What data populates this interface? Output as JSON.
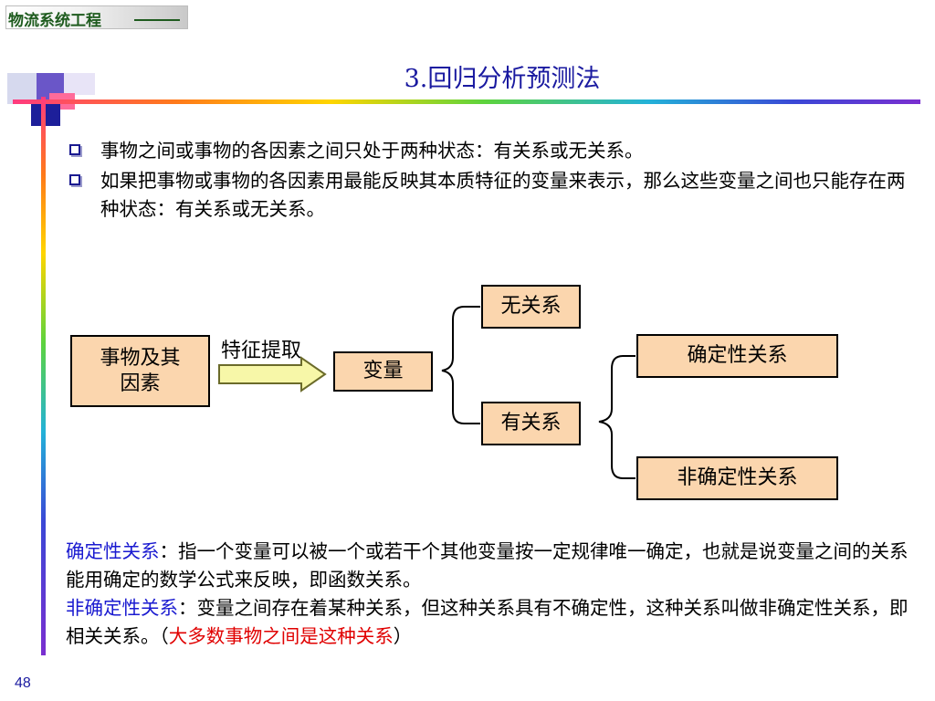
{
  "header": {
    "brand": "物流系统工程"
  },
  "slide": {
    "title": "3.回归分析预测法",
    "bullets": [
      "事物之间或事物的各因素之间只处于两种状态：有关系或无关系。",
      "如果把事物或事物的各因素用最能反映其本质特征的变量来表示，那么这些变量之间也只能存在两种状态：有关系或无关系。"
    ]
  },
  "diagram": {
    "source_line1": "事物及其",
    "source_line2": "因素",
    "extract_label": "特征提取",
    "variable": "变量",
    "no_relation": "无关系",
    "has_relation": "有关系",
    "deterministic": "确定性关系",
    "nondeterministic": "非确定性关系"
  },
  "definitions": {
    "det_term": "确定性关系",
    "det_text": "：指一个变量可以被一个或若干个其他变量按一定规律唯一确定，也就是说变量之间的关系能用确定的数学公式来反映，即函数关系。",
    "nondet_term": "非确定性关系",
    "nondet_text": "：变量之间存在着某种关系，但这种关系具有不确定性，这种关系叫做非确定性关系，即相关关系。（",
    "note": "大多数事物之间是这种关系",
    "close": "）"
  },
  "footer": {
    "page": "48"
  },
  "colors": {
    "title": "#1a1aa0",
    "box_fill": "#fbd6ae",
    "term": "#1a1ad0",
    "highlight": "#e00000"
  }
}
